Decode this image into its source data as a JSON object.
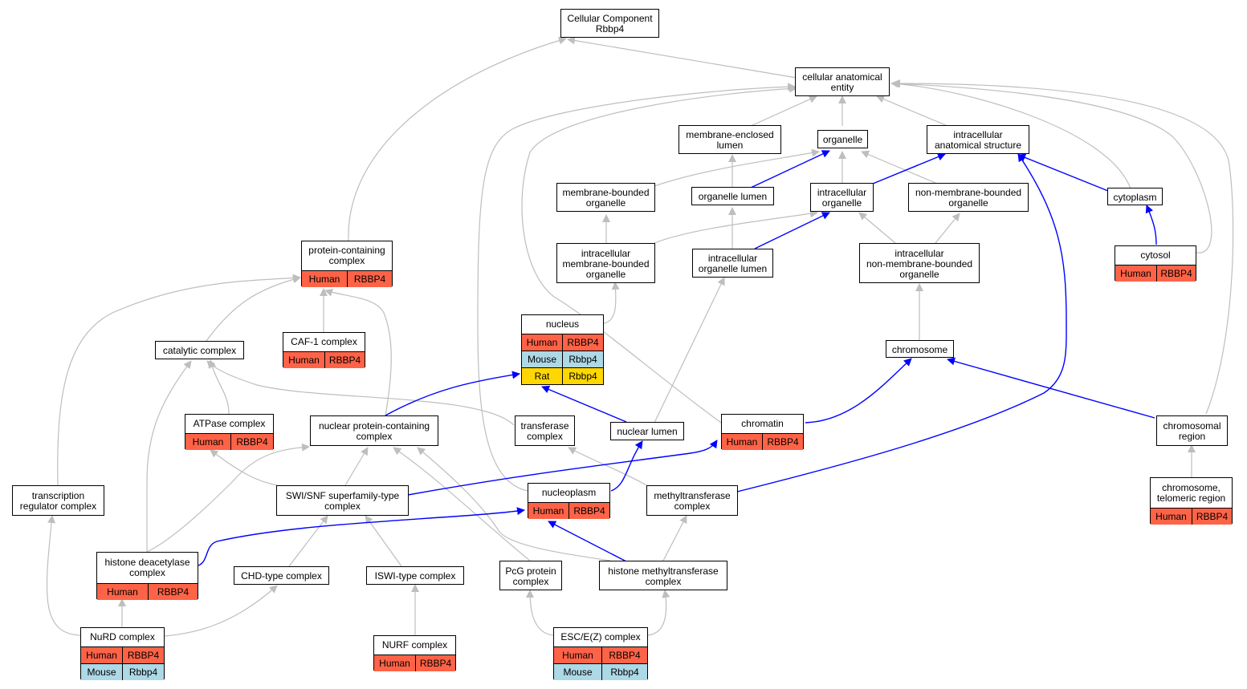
{
  "colors": {
    "human": "#ff6347",
    "mouse": "#add8e6",
    "rat": "#ffd700",
    "edge_gray": "#bebebe",
    "edge_blue": "#0000ff"
  },
  "nodes": {
    "cc": {
      "label": "Cellular Component\nRbbp4"
    },
    "cae": {
      "label": "cellular anatomical\nentity"
    },
    "mel": {
      "label": "membrane-enclosed\nlumen"
    },
    "org": {
      "label": "organelle"
    },
    "ias": {
      "label": "intracellular\nanatomical structure"
    },
    "mbo": {
      "label": "membrane-bounded\norganelle"
    },
    "orl": {
      "label": "organelle lumen"
    },
    "io": {
      "label": "intracellular\norganelle"
    },
    "nmbo": {
      "label": "non-membrane-bounded\norganelle"
    },
    "cyto": {
      "label": "cytoplasm"
    },
    "pcc": {
      "label": "protein-containing\ncomplex",
      "rows": [
        [
          "Human",
          "RBBP4"
        ]
      ]
    },
    "imbo": {
      "label": "intracellular\nmembrane-bounded\norganelle"
    },
    "iol": {
      "label": "intracellular\norganelle lumen"
    },
    "inmbo": {
      "label": "intracellular\nnon-membrane-bounded\norganelle"
    },
    "cytosol": {
      "label": "cytosol",
      "rows": [
        [
          "Human",
          "RBBP4"
        ]
      ]
    },
    "nuc": {
      "label": "nucleus",
      "rows": [
        [
          "Human",
          "RBBP4"
        ],
        [
          "Mouse",
          "Rbbp4"
        ],
        [
          "Rat",
          "Rbbp4"
        ]
      ]
    },
    "caf1": {
      "label": "CAF-1 complex",
      "rows": [
        [
          "Human",
          "RBBP4"
        ]
      ]
    },
    "cat": {
      "label": "catalytic complex"
    },
    "chr": {
      "label": "chromosome"
    },
    "atp": {
      "label": "ATPase complex",
      "rows": [
        [
          "Human",
          "RBBP4"
        ]
      ]
    },
    "npc": {
      "label": "nuclear protein-containing\ncomplex"
    },
    "trf": {
      "label": "transferase\ncomplex"
    },
    "nlum": {
      "label": "nuclear lumen"
    },
    "chro": {
      "label": "chromatin",
      "rows": [
        [
          "Human",
          "RBBP4"
        ]
      ]
    },
    "chrreg": {
      "label": "chromosomal\nregion"
    },
    "trc": {
      "label": "transcription\nregulator complex"
    },
    "swi": {
      "label": "SWI/SNF superfamily-type\ncomplex"
    },
    "nucp": {
      "label": "nucleoplasm",
      "rows": [
        [
          "Human",
          "RBBP4"
        ]
      ]
    },
    "mtc": {
      "label": "methyltransferase\ncomplex"
    },
    "tel": {
      "label": "chromosome,\ntelomeric region",
      "rows": [
        [
          "Human",
          "RBBP4"
        ]
      ]
    },
    "hdac": {
      "label": "histone deacetylase\ncomplex",
      "rows": [
        [
          "Human",
          "RBBP4"
        ]
      ]
    },
    "chd": {
      "label": "CHD-type complex"
    },
    "iswi": {
      "label": "ISWI-type complex"
    },
    "pcg": {
      "label": "PcG protein\ncomplex"
    },
    "hmt": {
      "label": "histone methyltransferase\ncomplex"
    },
    "nurd": {
      "label": "NuRD complex",
      "rows": [
        [
          "Human",
          "RBBP4"
        ],
        [
          "Mouse",
          "Rbbp4"
        ]
      ]
    },
    "nurf": {
      "label": "NURF complex",
      "rows": [
        [
          "Human",
          "RBBP4"
        ]
      ]
    },
    "esc": {
      "label": "ESC/E(Z) complex",
      "rows": [
        [
          "Human",
          "RBBP4"
        ],
        [
          "Mouse",
          "Rbbp4"
        ]
      ]
    }
  }
}
